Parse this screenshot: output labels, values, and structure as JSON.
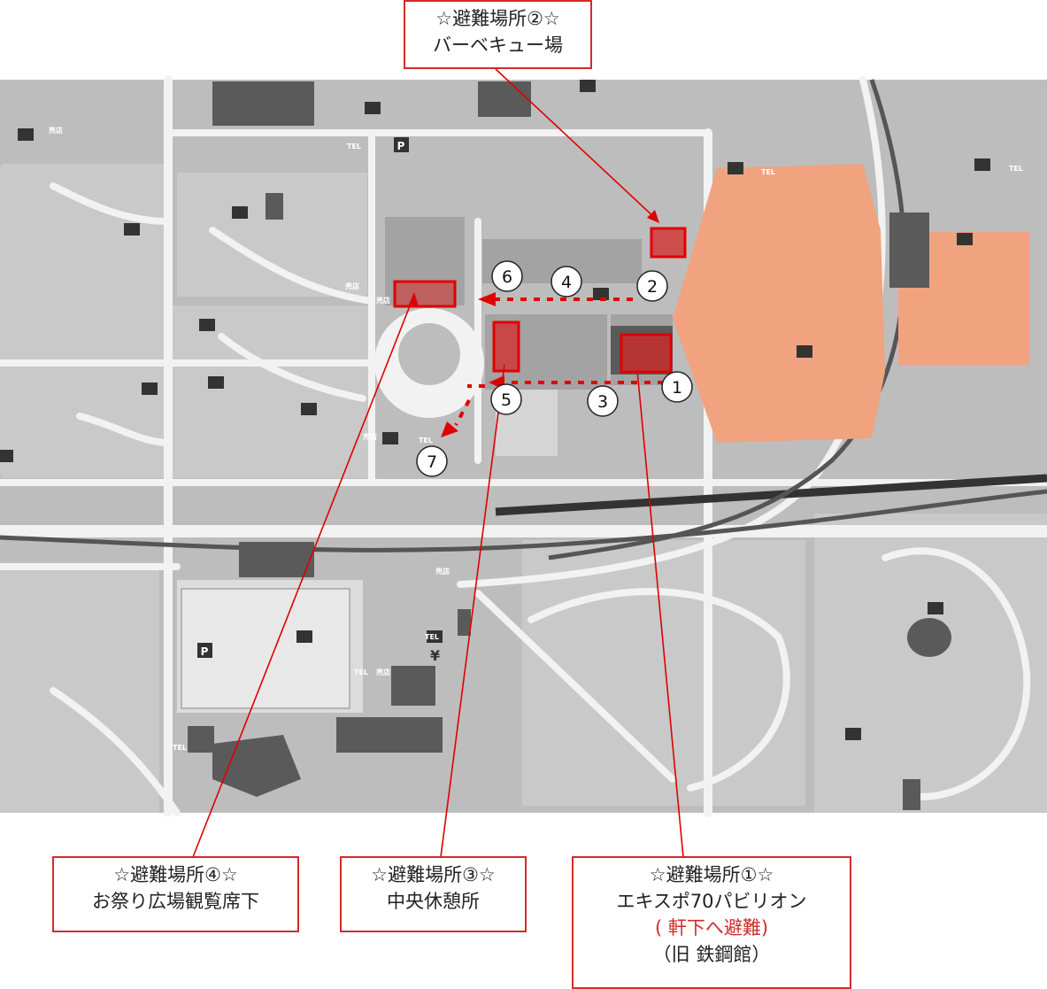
{
  "callouts": {
    "shelter2": {
      "title": "☆避難場所②☆",
      "line1": "バーベキュー場"
    },
    "shelter4": {
      "title": "☆避難場所④☆",
      "line1": "お祭り広場観覧席下"
    },
    "shelter3": {
      "title": "☆避難場所③☆",
      "line1": "中央休憩所"
    },
    "shelter1": {
      "title": "☆避難場所①☆",
      "line1": "エキスポ70パビリオン",
      "line2": "( 軒下へ避難)",
      "line3": "（旧 鉄鋼館）"
    }
  },
  "route_numbers": [
    "1",
    "2",
    "3",
    "4",
    "5",
    "6",
    "7"
  ],
  "map_labels": {
    "parking": "P",
    "tel": "TEL",
    "shop": "売店",
    "yen": "¥"
  },
  "colors": {
    "highlight": "#d42a2a",
    "pavilion_area": "#f0a37e",
    "map_base": "#bdbdbd",
    "road": "#f2f2f2",
    "building": "#5a5a5a"
  }
}
